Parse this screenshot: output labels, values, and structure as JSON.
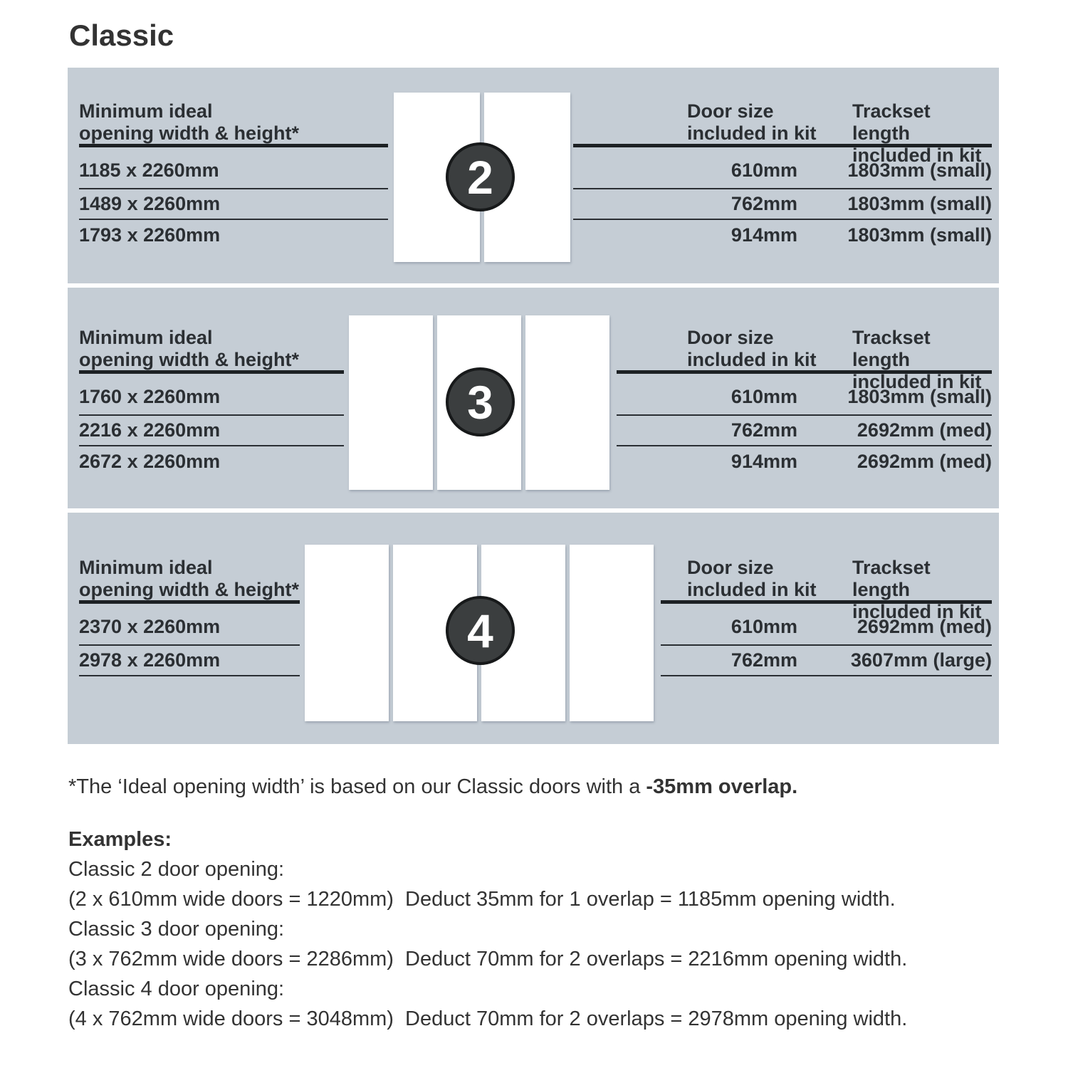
{
  "page": {
    "title": "Classic"
  },
  "colors": {
    "panel_background": "#c5cdd5",
    "badge_background": "#3b3e3f",
    "door_panel": "#ffffff",
    "text": "#2b2f33"
  },
  "table_headers": {
    "opening": [
      "Minimum ideal",
      "opening width & height*"
    ],
    "door_size": [
      "Door size",
      "included in kit"
    ],
    "trackset": [
      "Trackset length",
      "included in kit"
    ]
  },
  "sections": [
    {
      "badge": "2",
      "door_count": 2,
      "openings": [
        "1185 x 2260mm",
        "1489 x 2260mm",
        "1793 x 2260mm"
      ],
      "kits": [
        {
          "door_size": "610mm",
          "trackset": "1803mm (small)"
        },
        {
          "door_size": "762mm",
          "trackset": "1803mm (small)"
        },
        {
          "door_size": "914mm",
          "trackset": "1803mm (small)"
        }
      ]
    },
    {
      "badge": "3",
      "door_count": 3,
      "openings": [
        "1760 x 2260mm",
        "2216 x 2260mm",
        "2672 x 2260mm"
      ],
      "kits": [
        {
          "door_size": "610mm",
          "trackset": "1803mm (small)"
        },
        {
          "door_size": "762mm",
          "trackset": "2692mm (med)"
        },
        {
          "door_size": "914mm",
          "trackset": "2692mm (med)"
        }
      ]
    },
    {
      "badge": "4",
      "door_count": 4,
      "openings": [
        "2370 x 2260mm",
        "2978 x 2260mm"
      ],
      "kits": [
        {
          "door_size": "610mm",
          "trackset": "2692mm (med)"
        },
        {
          "door_size": "762mm",
          "trackset": "3607mm (large)"
        }
      ]
    }
  ],
  "footnote": {
    "text": "*The ‘Ideal opening width’ is based on our Classic doors with a ",
    "bold": "-35mm overlap."
  },
  "examples": {
    "heading": "Examples:",
    "lines": [
      "Classic 2 door opening:",
      "(2 x 610mm wide doors = 1220mm)  Deduct 35mm for 1 overlap = 1185mm opening width.",
      "Classic 3 door opening:",
      "(3 x 762mm wide doors = 2286mm)  Deduct 70mm for 2 overlaps = 2216mm opening width.",
      "Classic 4 door opening:",
      "(4 x 762mm wide doors = 3048mm)  Deduct 70mm for 2 overlaps = 2978mm opening width."
    ]
  }
}
